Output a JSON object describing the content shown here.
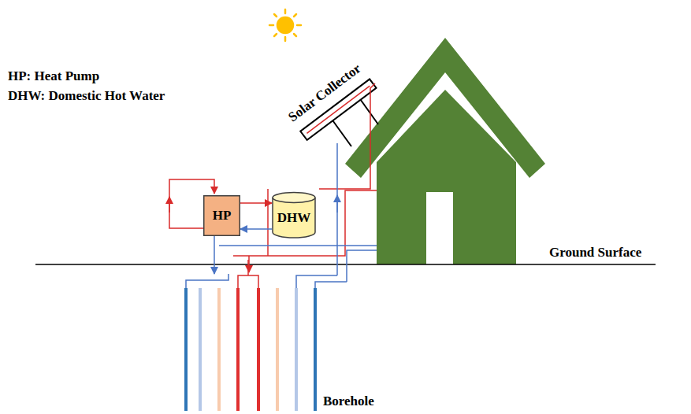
{
  "diagram": {
    "nodes": [
      {
        "text": [
          "HP"
        ]
      },
      {
        "text": [
          "DHW"
        ]
      }
    ],
    "edges": [
      {
        "from": 0,
        "to": 1,
        "arrow": "to"
      },
      {
        "from": 1,
        "to": 0,
        "arrow": "to"
      }
    ],
    "labels": [
      "HP: Heat Pump",
      "DHW: Domestic Hot Water",
      "Solar Collector",
      "Ground Surface",
      "Borehole"
    ]
  }
}
